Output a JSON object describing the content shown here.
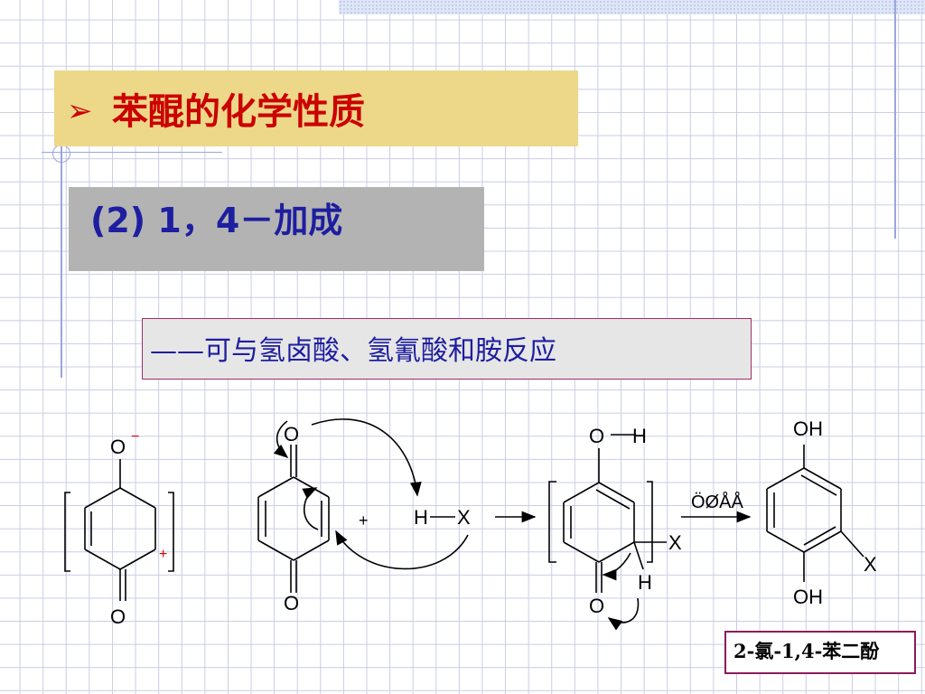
{
  "slide": {
    "title": "苯醌的化学性质",
    "title_bullet": "➢",
    "subtitle": "(2) 1，4－加成",
    "reaction_note": "——可与氢卤酸、氢氰酸和胺反应",
    "product_name": "2-氯-1,4-苯二酚",
    "colors": {
      "title": "#cc0000",
      "title_box": "#ecd888",
      "subtitle": "#1e1ea0",
      "subtitle_box": "#b3b3b3",
      "note": "#1e1ea0",
      "charge_plus": "#cc0000"
    }
  },
  "scheme": {
    "resonance": {
      "O_top": "O",
      "O_bottom": "O",
      "charge_minus": "−",
      "charge_plus": "+"
    },
    "quinone": {
      "O_top": "O",
      "O_bottom": "O"
    },
    "plus_sign": "+",
    "reagent": {
      "H": "H",
      "X": "X"
    },
    "intermediate": {
      "O_top": "O",
      "H_top": "H",
      "X": "X",
      "H_ring": "H",
      "O_bottom": "O"
    },
    "arrow_label": "ÖØÅÅ",
    "product": {
      "OH_top": "OH",
      "X": "X",
      "OH_bottom": "OH"
    }
  }
}
